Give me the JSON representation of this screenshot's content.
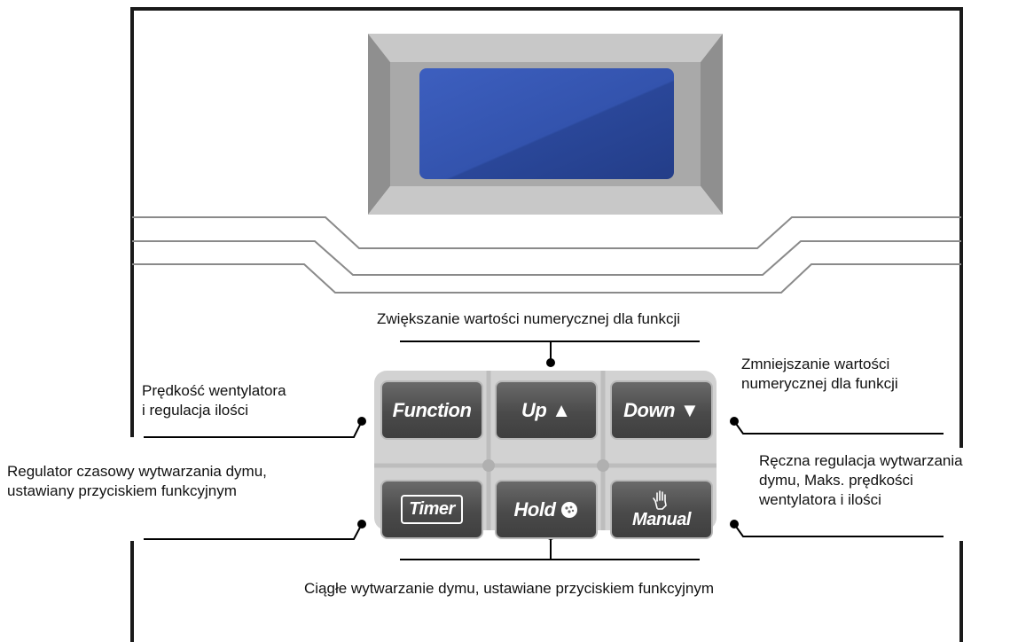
{
  "buttons": {
    "function": "Function",
    "up": "Up",
    "up_icon": "▲",
    "down": "Down",
    "down_icon": "▼",
    "timer": "Timer",
    "hold": "Hold",
    "hold_icon": "smoke-icon",
    "manual": "Manual",
    "manual_icon": "hand-icon"
  },
  "labels": {
    "up_desc": "Zwiększanie wartości numerycznej dla funkcji",
    "function_desc_line1": "Prędkość wentylatora",
    "function_desc_line2": "i regulacja ilości",
    "down_desc_line1": "Zmniejszanie wartości",
    "down_desc_line2": "numerycznej dla funkcji",
    "timer_desc_line1": "Regulator czasowy wytwarzania dymu,",
    "timer_desc_line2": "ustawiany przyciskiem funkcyjnym",
    "manual_desc_line1": "Ręczna regulacja wytwarzania",
    "manual_desc_line2": "dymu, Maks. prędkości",
    "manual_desc_line3": "wentylatora i ilości",
    "hold_desc": "Ciągłe wytwarzanie dymu, ustawiane przyciskiem funkcyjnym"
  },
  "colors": {
    "panel_border": "#1a1a1a",
    "bezel_gray": "#9a9a9a",
    "lcd_blue": "#2f4fa8",
    "button_dark": "#4a4a4a",
    "leader_line": "#000000"
  }
}
